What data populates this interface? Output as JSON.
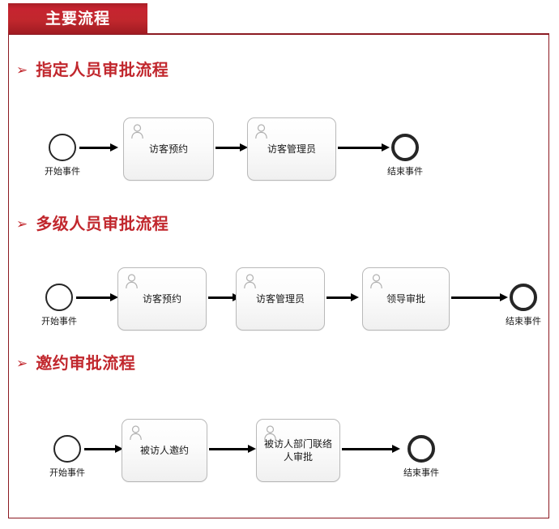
{
  "header": {
    "tab_label": "主要流程"
  },
  "sections": [
    {
      "title": "指定人员审批流程",
      "bullet": "arrow-bullet-icon",
      "bullet_glyph": "➢",
      "flow": {
        "start": {
          "label": "开始事件",
          "type": "start-event"
        },
        "tasks": [
          {
            "label": "访客预约",
            "icon": "person-icon"
          },
          {
            "label": "访客管理员",
            "icon": "person-icon"
          }
        ],
        "end": {
          "label": "结束事件",
          "type": "end-event"
        }
      }
    },
    {
      "title": "多级人员审批流程",
      "bullet": "arrow-bullet-icon",
      "bullet_glyph": "➢",
      "flow": {
        "start": {
          "label": "开始事件",
          "type": "start-event"
        },
        "tasks": [
          {
            "label": "访客预约",
            "icon": "person-icon"
          },
          {
            "label": "访客管理员",
            "icon": "person-icon"
          },
          {
            "label": "领导审批",
            "icon": "person-icon"
          }
        ],
        "end": {
          "label": "结束事件",
          "type": "end-event"
        }
      }
    },
    {
      "title": "邀约审批流程",
      "bullet": "arrow-bullet-icon",
      "bullet_glyph": "➢",
      "flow": {
        "start": {
          "label": "开始事件",
          "type": "start-event"
        },
        "tasks": [
          {
            "label": "被访人邀约",
            "icon": "person-icon"
          },
          {
            "label": "被访人部门联络\n人审批",
            "icon": "person-icon"
          }
        ],
        "end": {
          "label": "结束事件",
          "type": "end-event"
        }
      }
    }
  ],
  "colors": {
    "brand_red": "#c1272d",
    "border_red": "#8c1a22",
    "node_border": "#b9b9b9",
    "event_stroke": "#262626",
    "connector": "#000000"
  }
}
